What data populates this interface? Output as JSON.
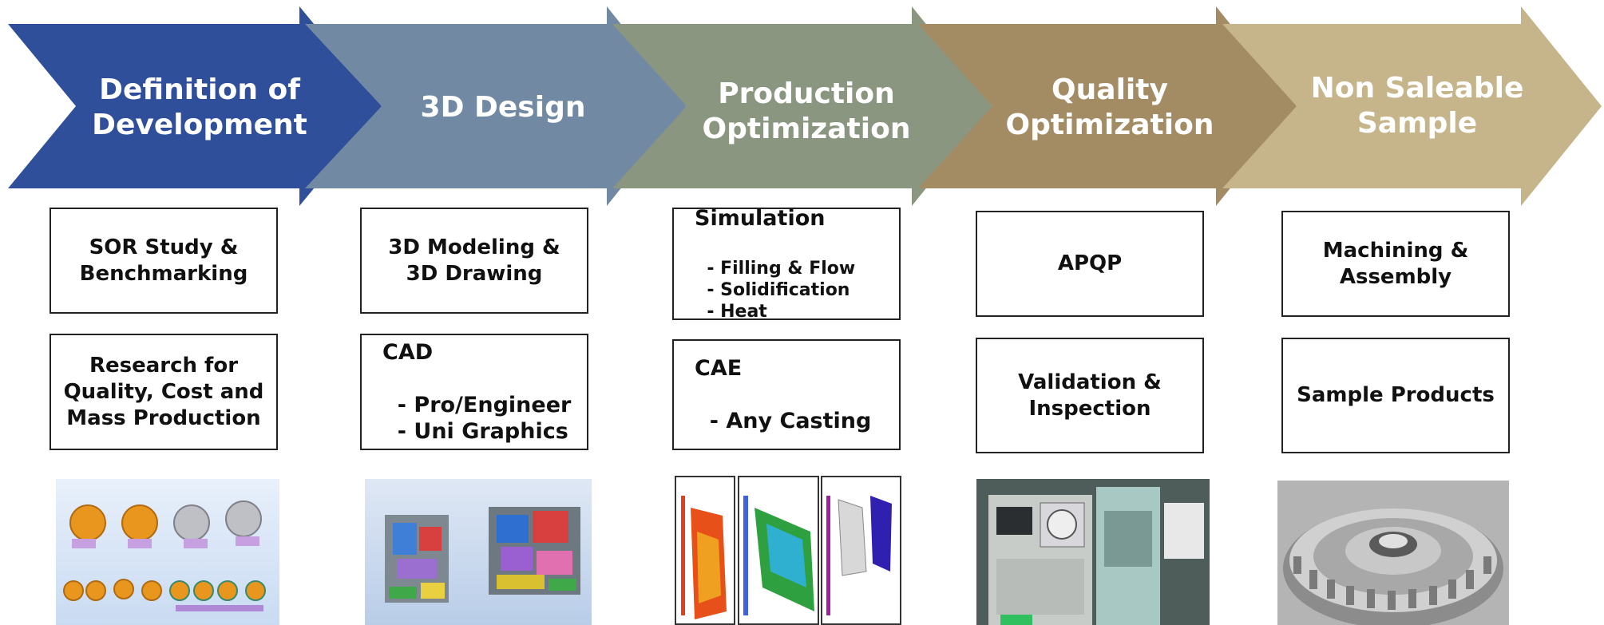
{
  "stages": [
    {
      "label": "Definition of\nDevelopment",
      "color": "#2f4f9a"
    },
    {
      "label": "3D Design",
      "color": "#7189a2"
    },
    {
      "label": "Production\nOptimization",
      "color": "#8a9680"
    },
    {
      "label": "Quality\nOptimization",
      "color": "#a38c63"
    },
    {
      "label": "Non Saleable\nSample",
      "color": "#c6b48b"
    }
  ],
  "boxes": {
    "col1_top": "SOR Study &\nBenchmarking",
    "col1_bottom": "Research for\nQuality, Cost and\nMass Production",
    "col2_top": "3D Modeling &\n3D Drawing",
    "col2_bottom_title": "CAD",
    "col2_bottom_items": "  - Pro/Engineer\n  - Uni Graphics",
    "col3_top_title": "Simulation",
    "col3_top_items": "  - Filling & Flow\n  - Solidification\n  - Heat",
    "col3_bottom_title": "CAE",
    "col3_bottom_items": "  - Any Casting",
    "col4_top": "APQP",
    "col4_bottom": "Validation &\nInspection",
    "col5_top": "Machining &\nAssembly",
    "col5_bottom": "Sample Products"
  },
  "images": [
    {
      "icon": "die-casting-parts-render"
    },
    {
      "icon": "mold-assembly-render"
    },
    {
      "icon": "casting-simulation-results"
    },
    {
      "icon": "inspection-machine-photo"
    },
    {
      "icon": "machined-sample-part-photo"
    }
  ]
}
